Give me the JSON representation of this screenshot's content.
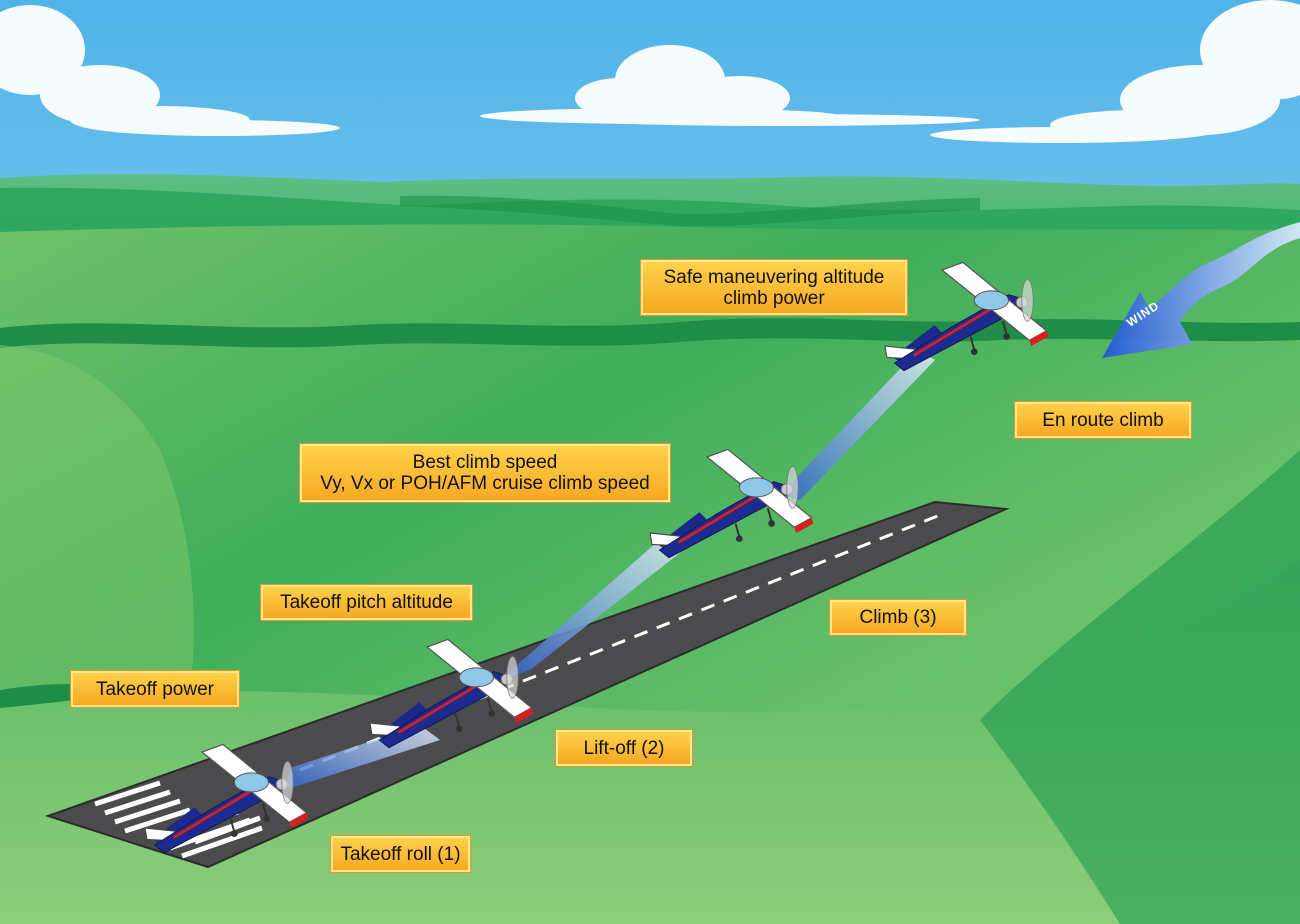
{
  "labels": {
    "safe_maneuvering_line1": "Safe maneuvering altitude",
    "safe_maneuvering_line2": "climb power",
    "en_route_climb": "En route climb",
    "best_climb_line1": "Best climb speed",
    "best_climb_line2": "Vy, Vx or POH/AFM cruise climb speed",
    "takeoff_pitch": "Takeoff pitch altitude",
    "climb": "Climb (3)",
    "takeoff_power": "Takeoff power",
    "lift_off": "Lift-off (2)",
    "takeoff_roll": "Takeoff roll (1)",
    "wind": "WIND"
  },
  "colors": {
    "sky_top": "#4fb3e8",
    "sky_bottom": "#bfe4f7",
    "grass_dark": "#1f9a4c",
    "grass_light": "#7cc46b",
    "runway": "#4a4a4c",
    "label_fill": "#f9b82d",
    "climb_path": "#2f6fcf",
    "wind_arrow": "#2e66d4"
  },
  "icons": [
    "airplane-icon",
    "wind-arrow-icon",
    "cloud-icon",
    "propeller-icon"
  ]
}
